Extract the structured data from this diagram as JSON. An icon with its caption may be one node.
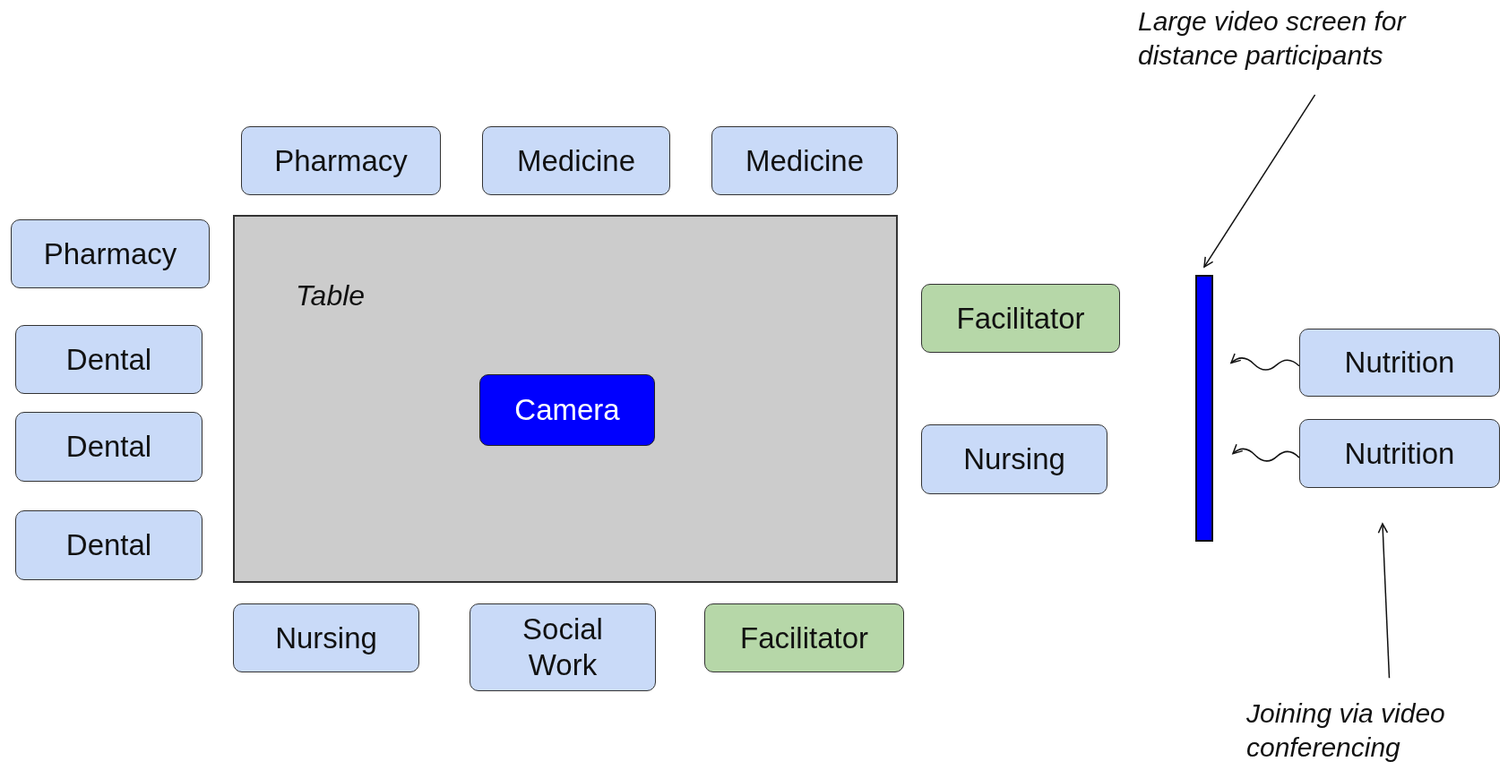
{
  "diagram": {
    "nodes": [
      {
        "text": [
          "Large video screen for distance participants"
        ]
      },
      {
        "text": [
          "Pharmacy"
        ]
      },
      {
        "text": [
          "Medicine"
        ]
      },
      {
        "text": [
          "Medicine"
        ]
      },
      {
        "text": [
          "Table"
        ]
      },
      {
        "text": [
          "Camera"
        ],
        "in": 4
      },
      {
        "text": [
          "Pharmacy"
        ]
      },
      {
        "text": [
          "Dental"
        ]
      },
      {
        "text": [
          "Dental"
        ]
      },
      {
        "text": [
          "Dental"
        ]
      },
      {
        "text": [
          "Facilitator"
        ]
      },
      {
        "text": [
          "Nursing"
        ]
      },
      {
        "text": [],
        "shape": "bar"
      },
      {
        "text": [
          "Nutrition"
        ]
      },
      {
        "text": [
          "Nutrition"
        ]
      },
      {
        "text": [
          "Nursing"
        ]
      },
      {
        "text": [
          "Social Work"
        ]
      },
      {
        "text": [
          "Facilitator"
        ]
      },
      {
        "text": [
          "Joining via video conferencing"
        ]
      }
    ],
    "edges": [
      {
        "from": 0,
        "to": 12,
        "arrow": "to"
      },
      {
        "from": 13,
        "to": 12,
        "arrow": "to"
      },
      {
        "from": 14,
        "to": 12,
        "arrow": "to"
      },
      {
        "from": 18,
        "to": 14,
        "arrow": "to"
      }
    ]
  }
}
